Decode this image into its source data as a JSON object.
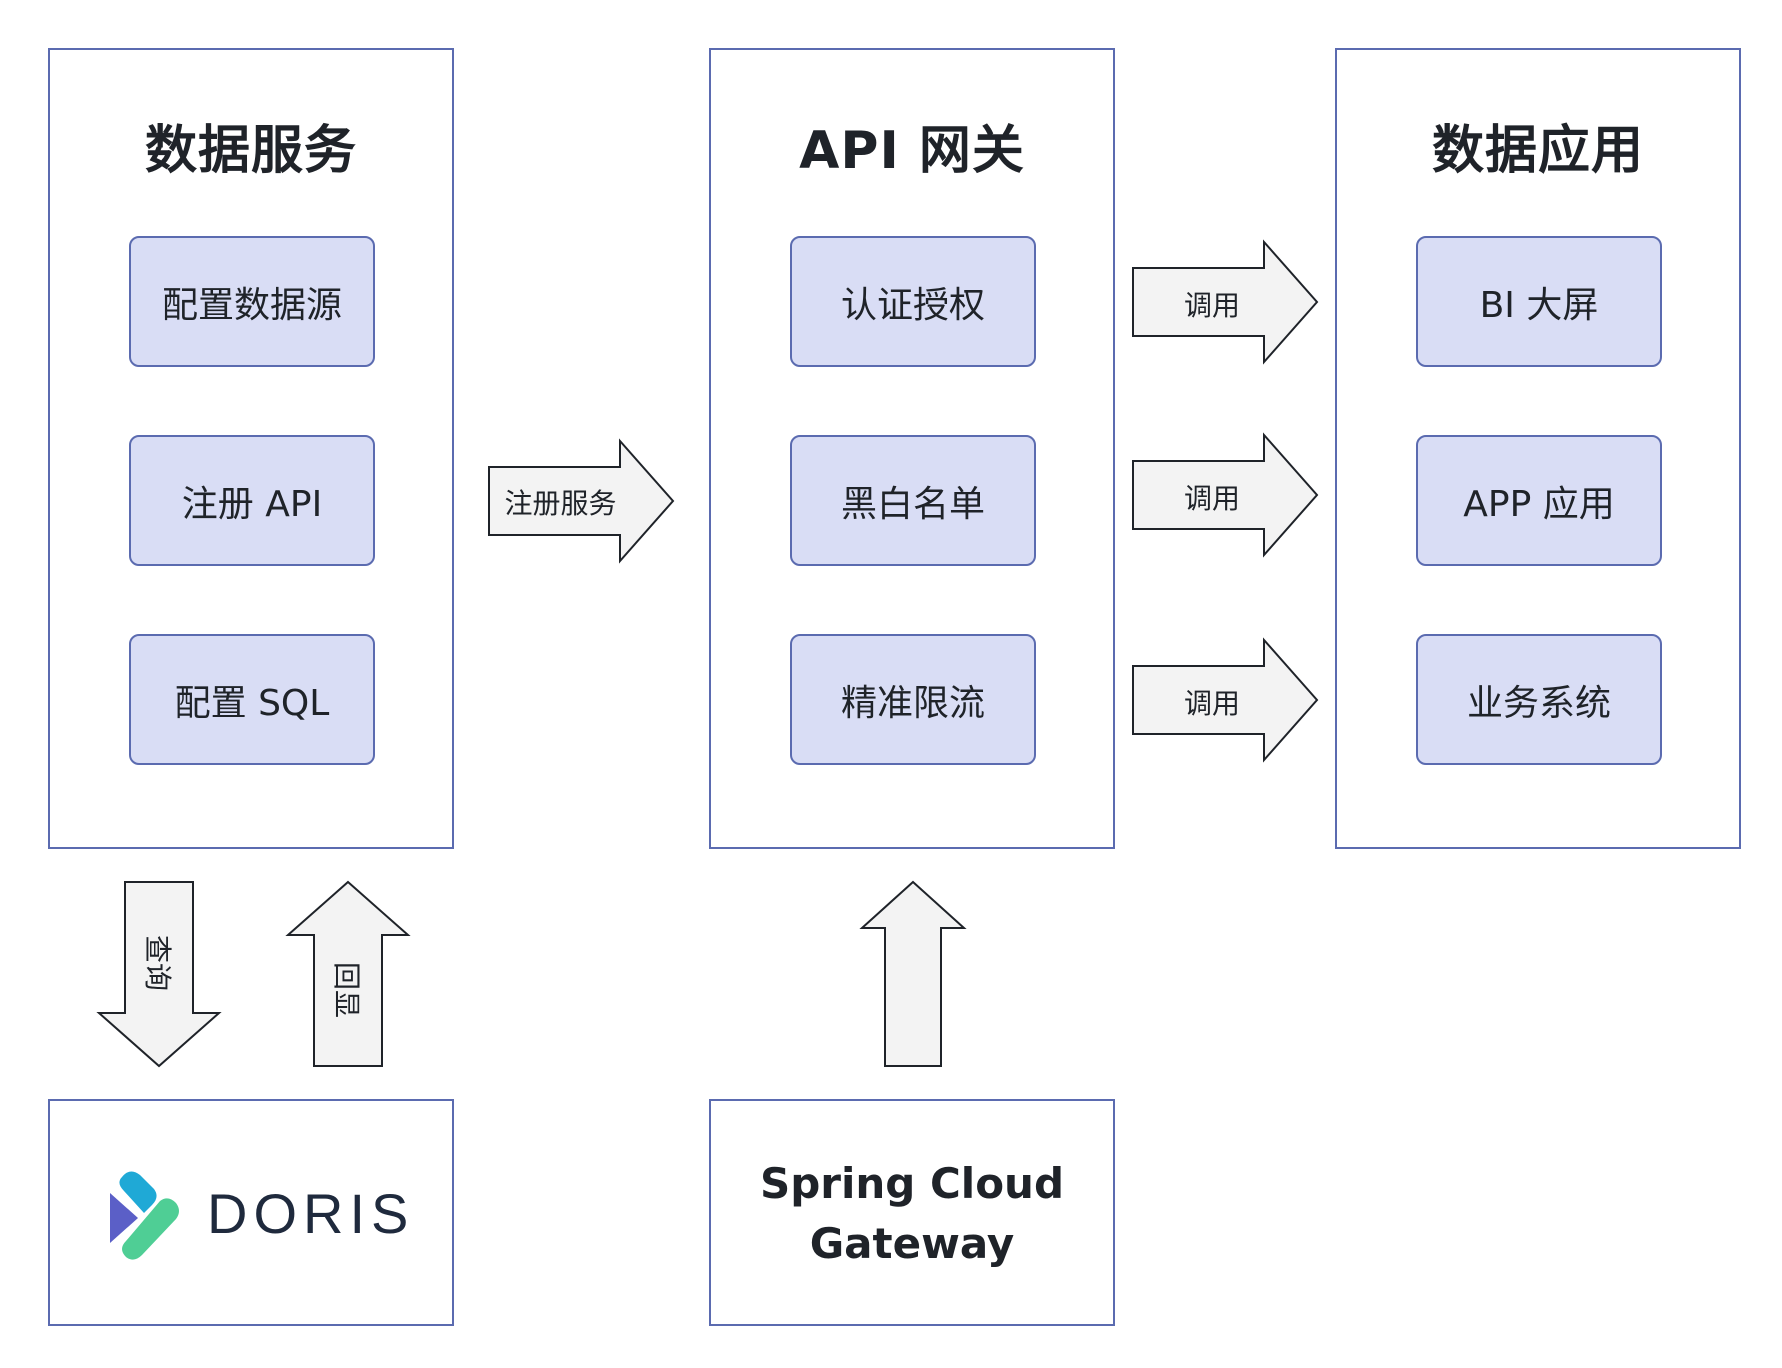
{
  "colors": {
    "panel_border": "#5b6bb0",
    "node_fill": "#d9ddf5",
    "arrow_fill": "#f3f3f3",
    "text": "#1f2329",
    "doris_blue": "#1fa9d6",
    "doris_green": "#4fce95",
    "doris_purple": "#5b5fc7"
  },
  "data_service": {
    "title": "数据服务",
    "items": [
      "配置数据源",
      "注册 API",
      "配置 SQL"
    ]
  },
  "api_gateway": {
    "title": "API 网关",
    "items": [
      "认证授权",
      "黑白名单",
      "精准限流"
    ]
  },
  "data_app": {
    "title": "数据应用",
    "items": [
      "BI 大屏",
      "APP 应用",
      "业务系统"
    ]
  },
  "arrows": {
    "register_service": "注册服务",
    "invoke": [
      "调用",
      "调用",
      "调用"
    ],
    "query": "查询",
    "return": "回显"
  },
  "doris": {
    "wordmark": "DORIS",
    "logo_icon": "doris-logo-icon"
  },
  "gateway_impl": {
    "line1": "Spring Cloud",
    "line2": "Gateway"
  }
}
